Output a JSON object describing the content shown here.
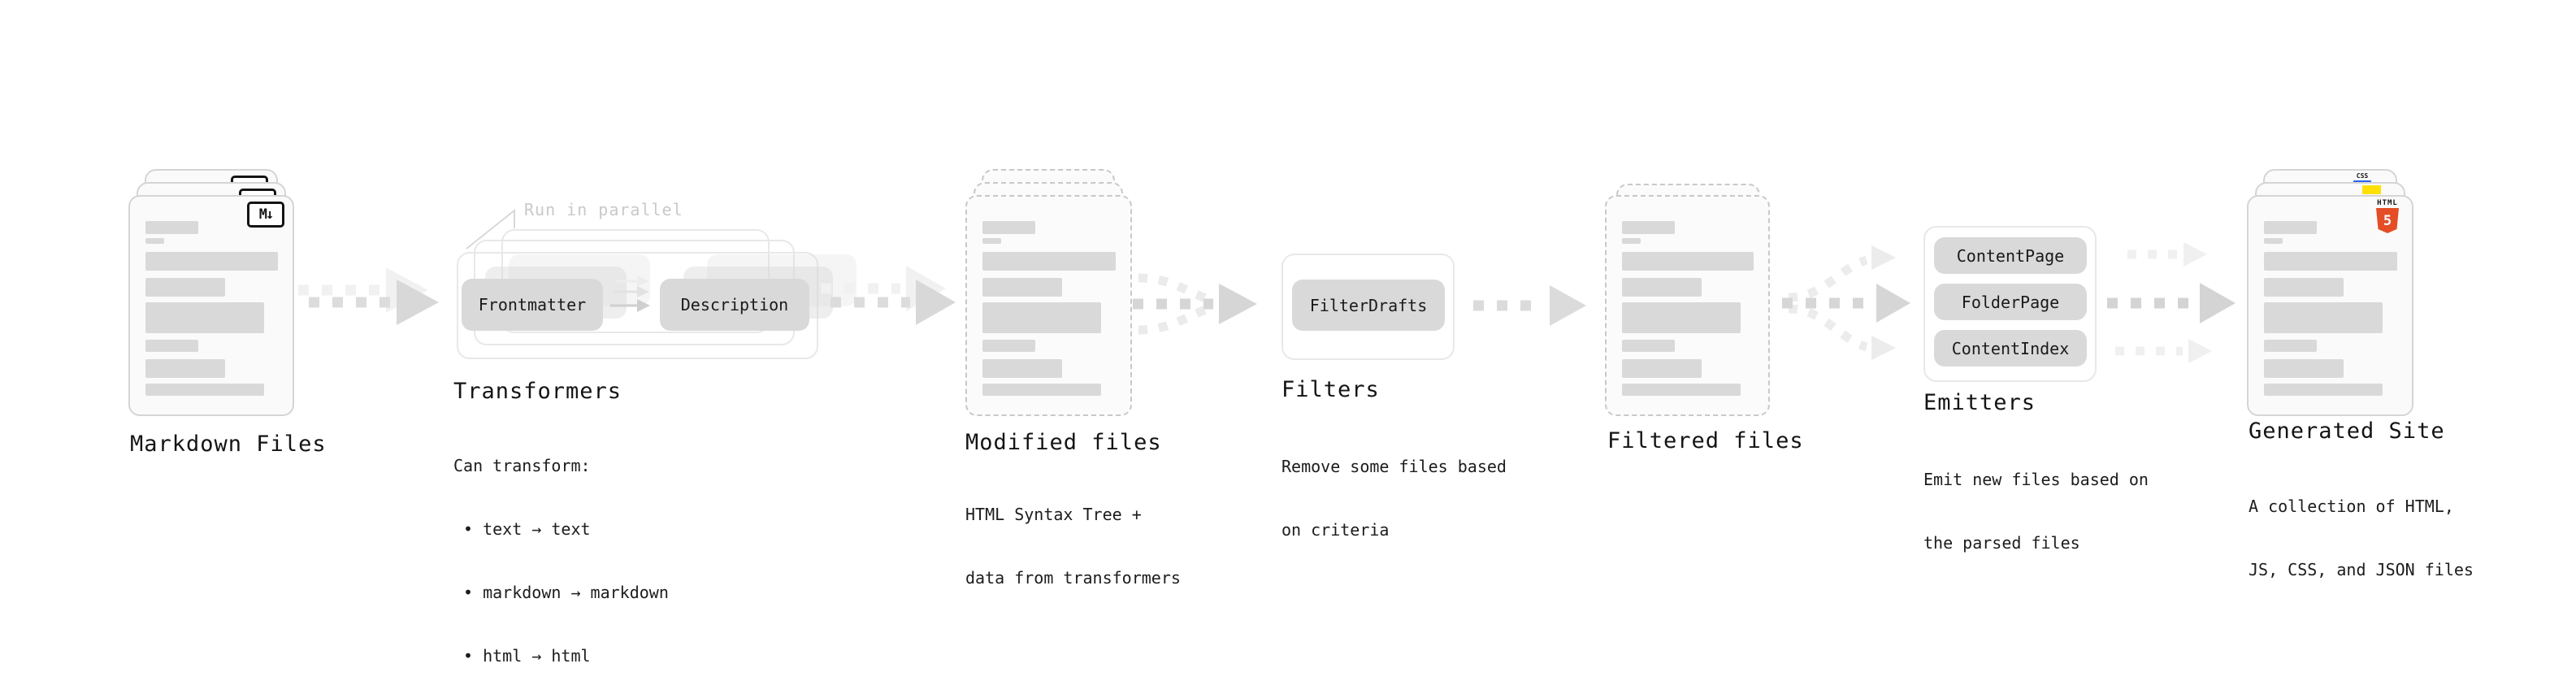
{
  "stages": {
    "markdown": {
      "title": "Markdown Files",
      "file_badge": "M↓"
    },
    "transformers": {
      "title": "Transformers",
      "annotation": "Run in parallel",
      "boxes": {
        "frontmatter": "Frontmatter",
        "description": "Description"
      },
      "note_heading": "Can transform:",
      "note_items": [
        "• text → text",
        "• markdown → markdown",
        "• html → html"
      ]
    },
    "modified": {
      "title": "Modified files",
      "note_lines": [
        "HTML Syntax Tree +",
        "data from transformers"
      ]
    },
    "filters": {
      "title": "Filters",
      "boxes": {
        "filter_drafts": "FilterDrafts"
      },
      "note_lines": [
        "Remove some files based",
        "on criteria"
      ]
    },
    "filtered": {
      "title": "Filtered files"
    },
    "emitters": {
      "title": "Emitters",
      "boxes": {
        "content_page": "ContentPage",
        "folder_page": "FolderPage",
        "content_index": "ContentIndex"
      },
      "note_lines": [
        "Emit new files based on",
        "the parsed files"
      ]
    },
    "generated": {
      "title": "Generated Site",
      "note_lines": [
        "A collection of HTML,",
        "JS, CSS, and JSON files"
      ],
      "badges": {
        "css_label": "CSS",
        "html_label": "HTML",
        "html_number": "5"
      }
    }
  },
  "colors": {
    "html5_orange": "#e44d26",
    "js_yellow": "#ffe000",
    "css_blue": "#2864f0",
    "arrow_gray": "#d8d8d8",
    "ghost_arrow_gray": "#f0f0f0",
    "box_gray": "#d9d9d9",
    "annotation_gray": "#c9c9c9"
  }
}
